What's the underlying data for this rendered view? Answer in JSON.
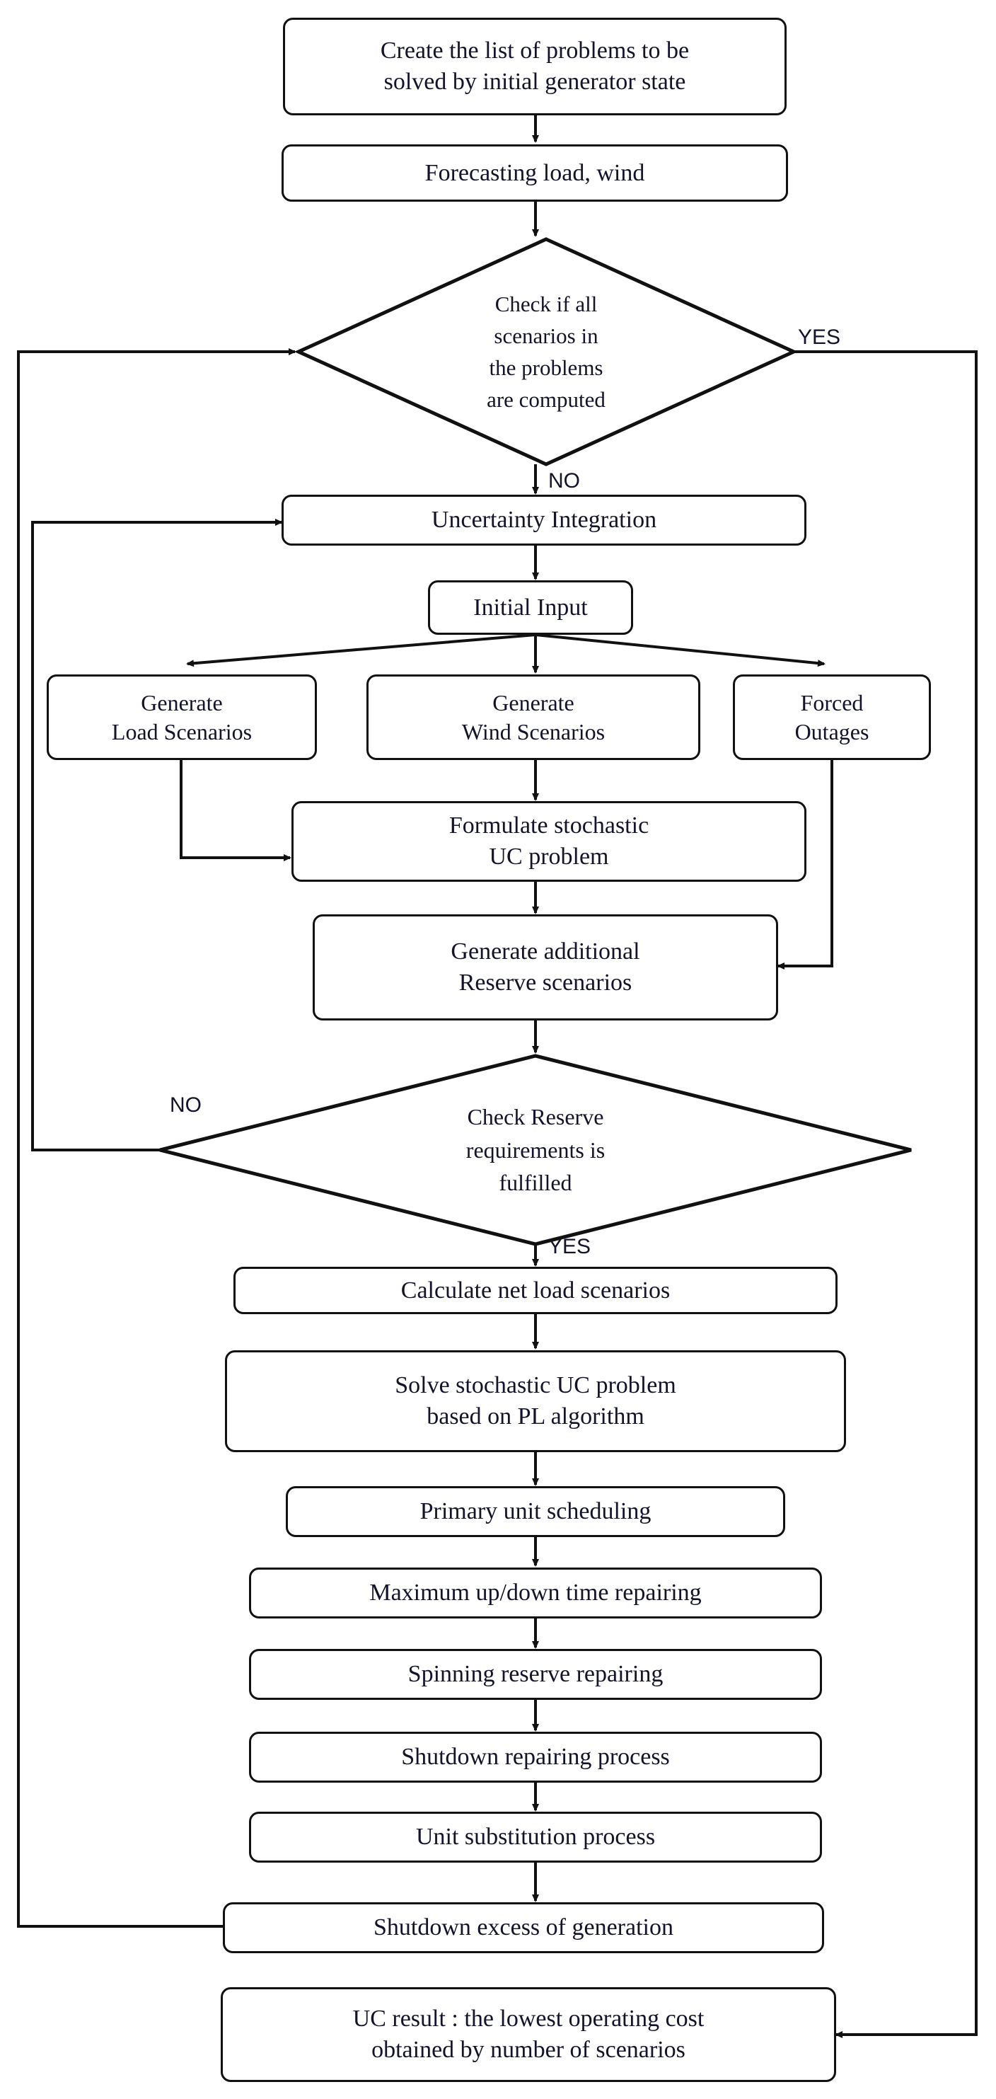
{
  "diagram": {
    "title": "Stochastic Unit Commitment solution flowchart",
    "type": "flowchart",
    "stroke_color": "#111111",
    "text_color": "#13132b",
    "background": "#ffffff"
  },
  "nodes": [
    {
      "id": "create-list",
      "shape": "rounded-rect",
      "text": "Create the list of problems to be\nsolved by initial generator state",
      "font_size": 34
    },
    {
      "id": "forecasting",
      "shape": "rounded-rect",
      "text": "Forecasting load, wind",
      "font_size": 34
    },
    {
      "id": "check-scenarios",
      "shape": "diamond",
      "text": "Check if all\nscenarios in\nthe problems\nare computed",
      "font_size": 31
    },
    {
      "id": "uncertainty",
      "shape": "rounded-rect",
      "text": "Uncertainty Integration",
      "font_size": 34
    },
    {
      "id": "initial-input",
      "shape": "rounded-rect",
      "text": "Initial Input",
      "font_size": 34
    },
    {
      "id": "generate-load",
      "shape": "rounded-rect",
      "text": "Generate\nLoad Scenarios",
      "font_size": 32
    },
    {
      "id": "generate-wind",
      "shape": "rounded-rect",
      "text": "Generate\nWind Scenarios",
      "font_size": 32
    },
    {
      "id": "forced-outages",
      "shape": "rounded-rect",
      "text": "Forced\nOutages",
      "font_size": 32
    },
    {
      "id": "formulate-uc",
      "shape": "rounded-rect",
      "text": "Formulate stochastic\nUC problem",
      "font_size": 34
    },
    {
      "id": "generate-reserve",
      "shape": "rounded-rect",
      "text": "Generate additional\nReserve scenarios",
      "font_size": 34
    },
    {
      "id": "check-reserve",
      "shape": "diamond",
      "text": "Check Reserve\nrequirements is\nfulfilled",
      "font_size": 32
    },
    {
      "id": "calculate-netload",
      "shape": "rounded-rect",
      "text": "Calculate net load scenarios",
      "font_size": 34
    },
    {
      "id": "solve-uc",
      "shape": "rounded-rect",
      "text": "Solve stochastic UC problem\nbased on PL algorithm",
      "font_size": 34
    },
    {
      "id": "primary-unit",
      "shape": "rounded-rect",
      "text": "Primary unit scheduling",
      "font_size": 34
    },
    {
      "id": "maximum-updown",
      "shape": "rounded-rect",
      "text": "Maximum up/down time repairing",
      "font_size": 34
    },
    {
      "id": "spinning-reserve",
      "shape": "rounded-rect",
      "text": "Spinning reserve repairing",
      "font_size": 34
    },
    {
      "id": "shutdown-repairing",
      "shape": "rounded-rect",
      "text": "Shutdown repairing process",
      "font_size": 34
    },
    {
      "id": "unit-substitution",
      "shape": "rounded-rect",
      "text": "Unit substitution process",
      "font_size": 34
    },
    {
      "id": "shutdown-excess",
      "shape": "rounded-rect",
      "text": "Shutdown excess of generation",
      "font_size": 34
    },
    {
      "id": "uc-result",
      "shape": "rounded-rect",
      "text": "UC result : the lowest operating cost\nobtained by number of scenarios",
      "font_size": 34
    }
  ],
  "edge_labels": [
    {
      "id": "yes-scenarios",
      "text": "YES"
    },
    {
      "id": "no-scenarios",
      "text": "NO"
    },
    {
      "id": "no-reserve",
      "text": "NO"
    },
    {
      "id": "yes-reserve",
      "text": "YES"
    }
  ]
}
